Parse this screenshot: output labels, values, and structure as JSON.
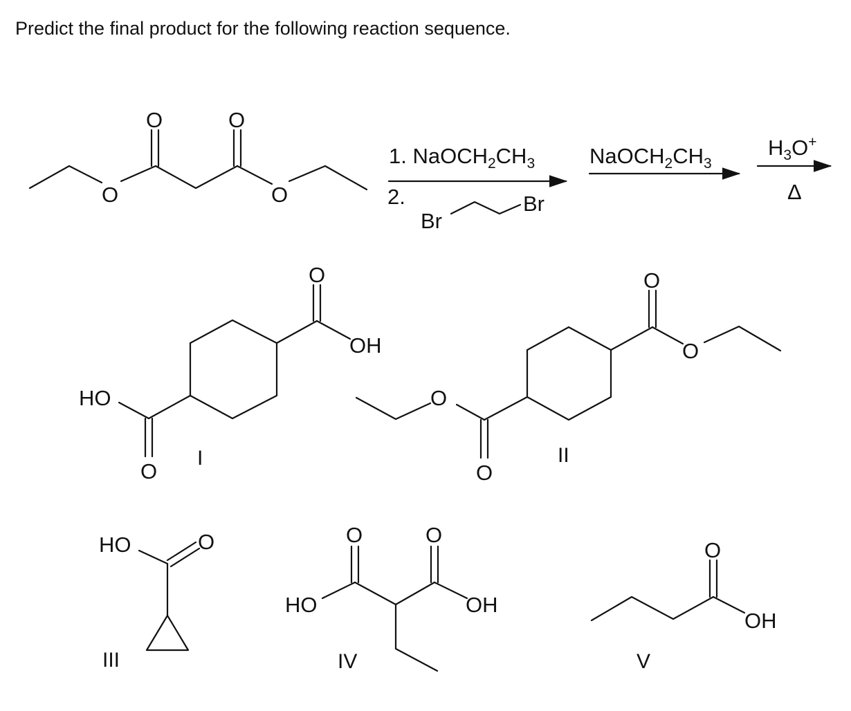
{
  "question": "Predict the final product for the following reaction sequence.",
  "atoms": {
    "O": "O",
    "OH": "OH",
    "HO": "HO",
    "Br": "Br"
  },
  "reagents": {
    "step1_label": "1. NaOCH",
    "step1_sub1": "2",
    "step1_mid": "CH",
    "step1_sub2": "3",
    "step2_label": "2.",
    "base_label": "NaOCH",
    "base_sub1": "2",
    "base_mid": "CH",
    "base_sub2": "3",
    "acid_h": "H",
    "acid_sub": "3",
    "acid_o": "O",
    "acid_charge": "+",
    "heat": "Δ"
  },
  "choices": [
    "I",
    "II",
    "III",
    "IV",
    "V"
  ]
}
